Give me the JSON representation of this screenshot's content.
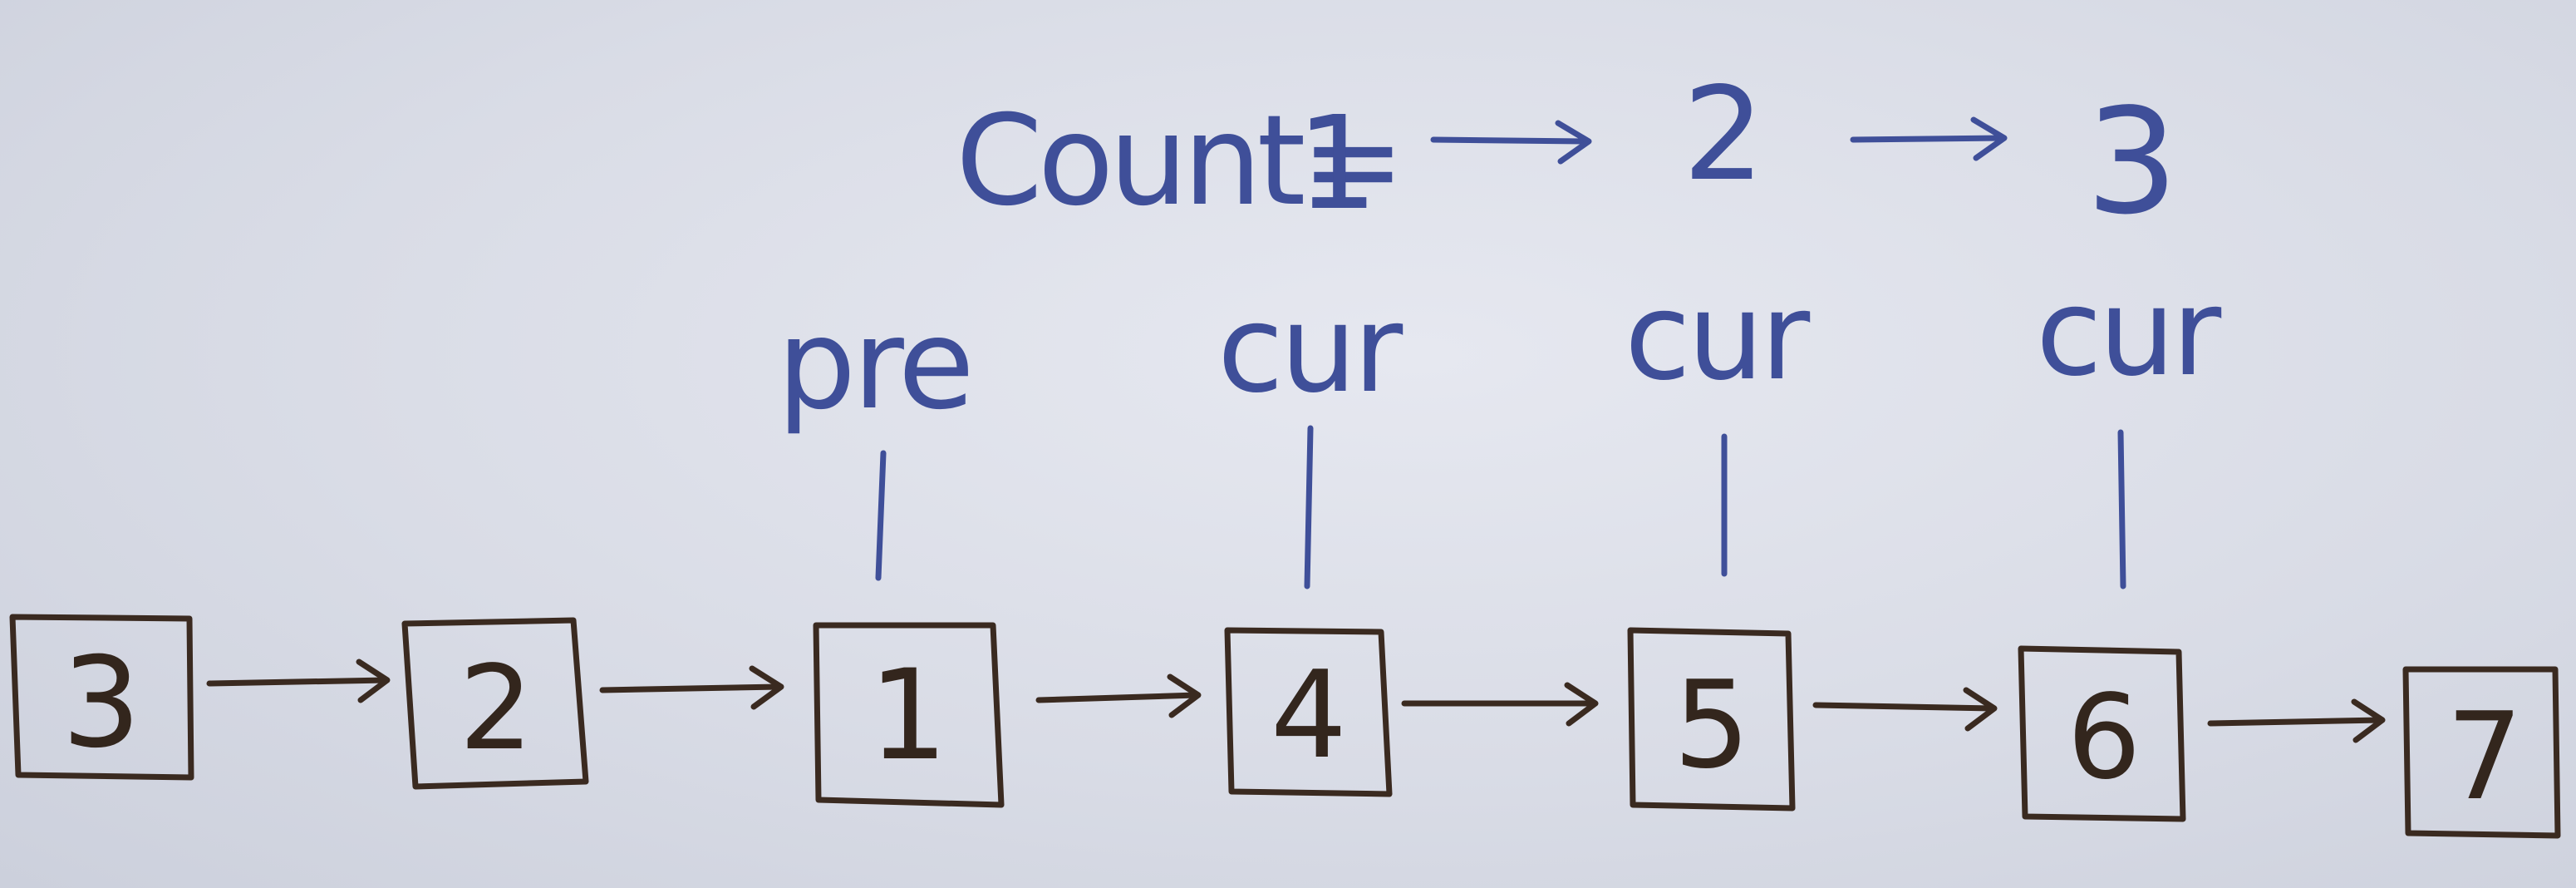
{
  "count": {
    "label": "Count=",
    "values": [
      "1",
      "2",
      "3"
    ]
  },
  "pointers": [
    {
      "label": "pre"
    },
    {
      "label": "cur"
    },
    {
      "label": "cur"
    },
    {
      "label": "cur"
    }
  ],
  "nodes": [
    "3",
    "2",
    "1",
    "4",
    "5",
    "6",
    "7"
  ],
  "colors": {
    "board": "#d9dce6",
    "marker_blue": "#3f4f99",
    "marker_brown": "#3a2a20"
  }
}
